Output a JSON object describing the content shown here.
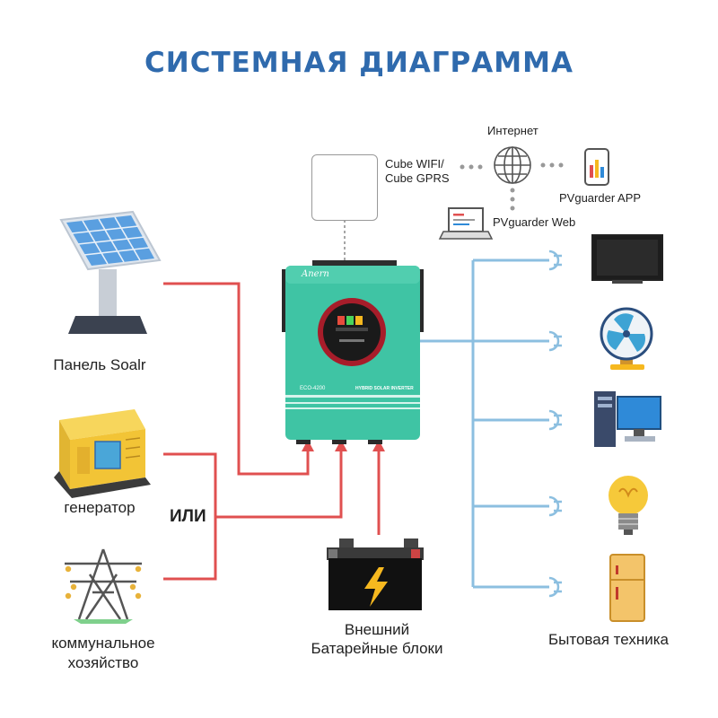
{
  "title": "СИСТЕМНАЯ ДИАГРАММА",
  "sources": {
    "solar_label": "Панель Soalr",
    "generator_label": "генератор",
    "or_label": "ИЛИ",
    "utility_label_line1": "коммунальное",
    "utility_label_line2": "хозяйство"
  },
  "battery": {
    "label_line1": "Внешний",
    "label_line2": "Батарейные блоки"
  },
  "monitoring": {
    "wifi_label_line1": "Cube WIFI/",
    "wifi_label_line2": "Cube  GPRS",
    "internet_label": "Интернет",
    "app_label": "PVguarder APP",
    "web_label": "PVguarder Web"
  },
  "inverter": {
    "brand": "Anern",
    "model": "ECO-4200",
    "type": "HYBRID SOLAR INVERTER"
  },
  "loads": {
    "label": "Бытовая техника",
    "items": [
      "tv-icon",
      "fan-icon",
      "computer-icon",
      "light-bulb-icon",
      "refrigerator-icon"
    ]
  },
  "colors": {
    "title": "#2f6aad",
    "input_lines": "#e05050",
    "output_lines": "#8cbfe0",
    "inverter_body": "#3fc4a4"
  }
}
